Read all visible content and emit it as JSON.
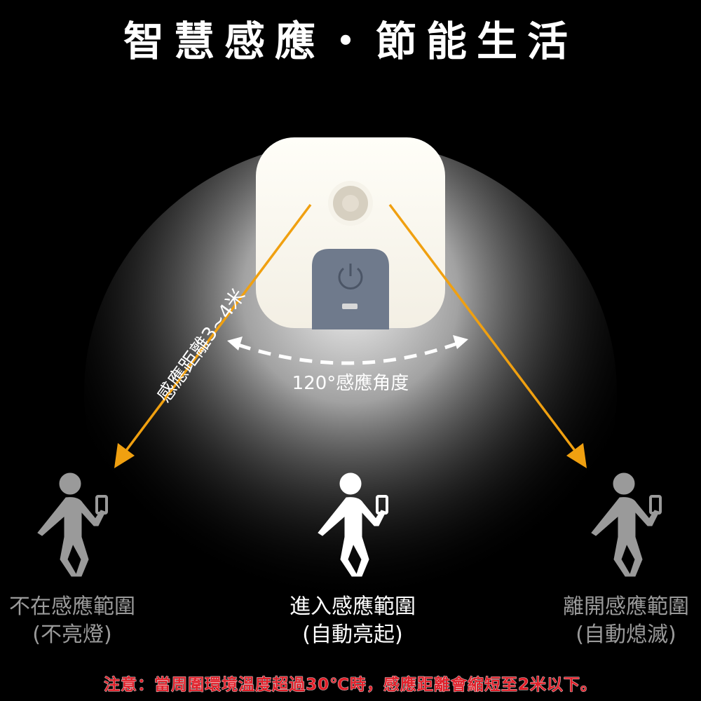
{
  "title": "智慧感應・節能生活",
  "angle_label": "120°感應角度",
  "distance_label": "感應距離3~4米",
  "states": [
    {
      "line1": "不在感應範圍",
      "line2": "(不亮燈)"
    },
    {
      "line1": "進入感應範圍",
      "line2": "(自動亮起)"
    },
    {
      "line1": "離開感應範圍",
      "line2": "(自動熄滅)"
    }
  ],
  "notice": "注意：當周圍環境溫度超過30℃時，感應距離會縮短至2米以下。",
  "colors": {
    "accent": "#f0a010",
    "notice": "#e0202a",
    "device_button": "#6f7a8c"
  }
}
